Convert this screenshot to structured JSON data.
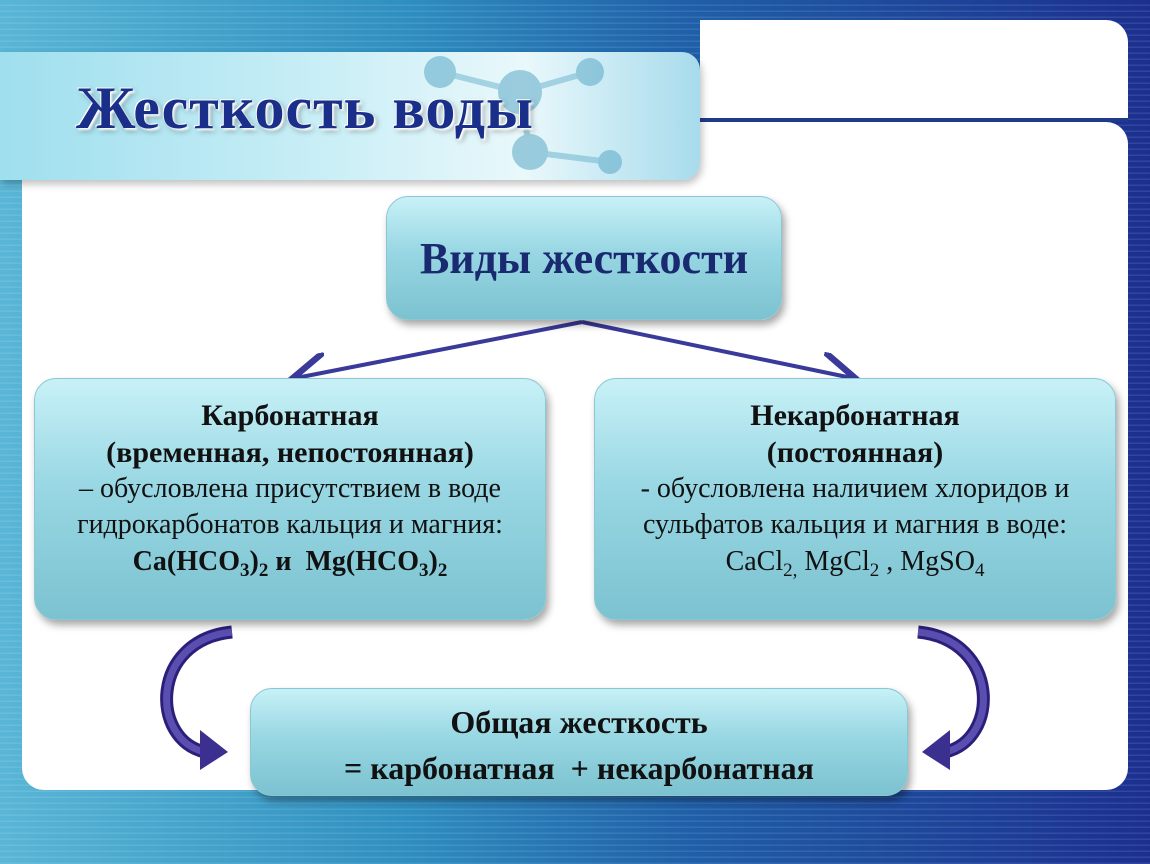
{
  "title": "Жесткость воды",
  "top_box": {
    "label": "Виды жесткости"
  },
  "left_box": {
    "heading_1": "Карбонатная",
    "heading_2": "(временная, непостоянная)",
    "text_1": "– обусловлена присутствием в воде",
    "text_2": "гидрокарбонатов кальция и магния:",
    "formula": {
      "p1": "Ca(HCO",
      "s1": "3",
      "p2": ")",
      "s2": "2",
      "p3": " и  Mg(HCO",
      "s3": "3",
      "p4": ")",
      "s4": "2"
    }
  },
  "right_box": {
    "heading_1": "Некарбонатная",
    "heading_2": "(постоянная)",
    "text_1": "- обусловлена наличием хлоридов и",
    "text_2": "сульфатов кальция и магния в воде:",
    "formula": {
      "p1": "CaCl",
      "s1": "2,",
      "p2": " MgCl",
      "s2": "2",
      "p3": " , MgSO",
      "s3": "4"
    }
  },
  "bottom_box": {
    "line_1": "Общая жесткость",
    "line_2": "= карбонатная  + некарбонатная"
  },
  "colors": {
    "title": "#1a2f8a",
    "arrow": "#3a3a9a",
    "curved_arrow": "#3b2f8f"
  }
}
